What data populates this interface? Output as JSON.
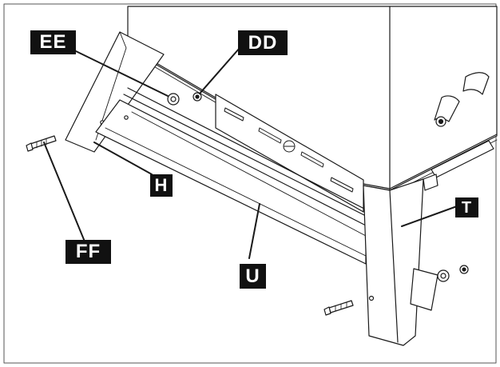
{
  "diagram": {
    "callouts": {
      "ee": "EE",
      "dd": "DD",
      "h": "H",
      "ff": "FF",
      "u": "U",
      "t": "T"
    },
    "colors": {
      "stroke": "#1a1a1a",
      "label_bg": "#111111",
      "label_text": "#ffffff",
      "panel": "#ffffff",
      "frame_border": "#555555"
    }
  }
}
